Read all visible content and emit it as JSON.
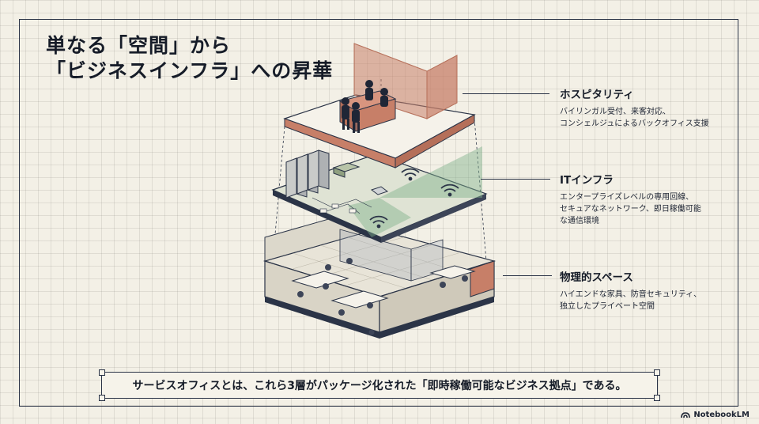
{
  "title": {
    "line1": "単なる「空間」から",
    "line2": "「ビジネスインフラ」への昇華"
  },
  "layers": [
    {
      "heading": "ホスピタリティ",
      "lines": [
        "バイリンガル受付、来客対応、",
        "コンシェルジュによるバックオフィス支援"
      ]
    },
    {
      "heading": "ITインフラ",
      "lines": [
        "エンタープライズレベルの専用回線、",
        "セキュアなネットワーク、即日稼働可能",
        "な通信環境"
      ]
    },
    {
      "heading": "物理的スペース",
      "lines": [
        "ハイエンドな家具、防音セキュリティ、",
        "独立したプライベート空間"
      ]
    }
  ],
  "caption": "サービスオフィスとは、これら3層がパッケージ化された「即時稼働可能なビジネス拠点」である。",
  "brand": "NotebookLM",
  "colors": {
    "navy": "#2b3447",
    "terracotta": "#c77f68",
    "green": "#7fb08a",
    "floor": "#e8e4d8"
  }
}
